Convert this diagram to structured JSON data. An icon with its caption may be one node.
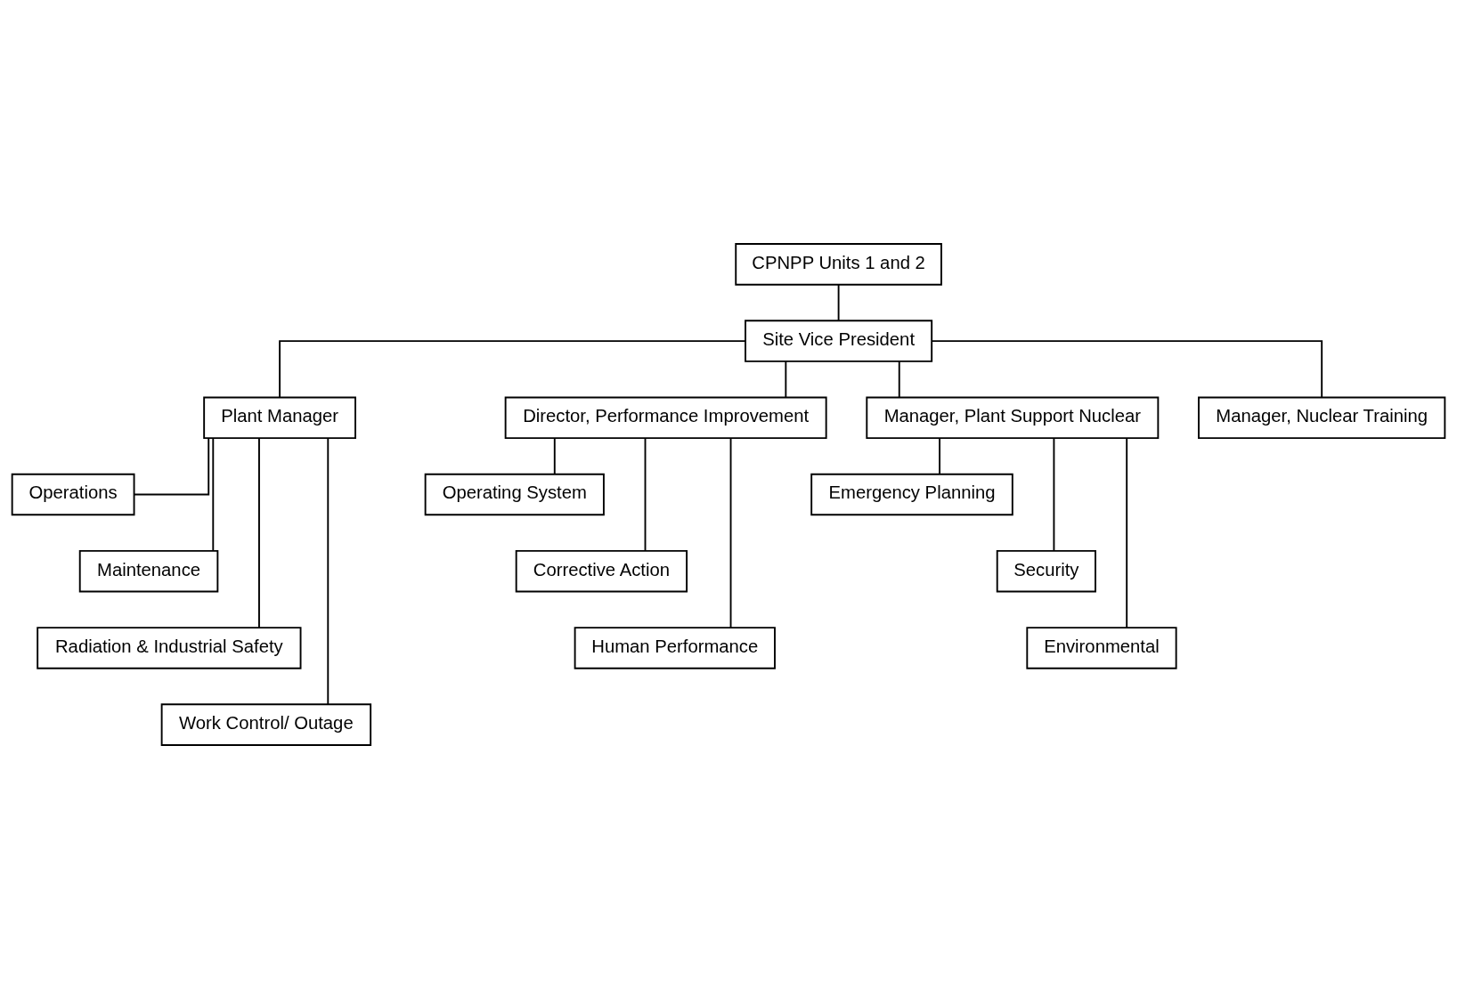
{
  "diagram": {
    "nodes": [
      {
        "text": [
          "CPNPP Units 1 and 2"
        ]
      },
      {
        "text": [
          "Site Vice President"
        ]
      },
      {
        "text": [
          "Plant Manager"
        ]
      },
      {
        "text": [
          "Director, Performance Improvement"
        ]
      },
      {
        "text": [
          "Manager, Plant Support Nuclear"
        ]
      },
      {
        "text": [
          "Manager, Nuclear Training"
        ]
      },
      {
        "text": [
          "Operations"
        ]
      },
      {
        "text": [
          "Maintenance"
        ]
      },
      {
        "text": [
          "Radiation & Industrial Safety"
        ]
      },
      {
        "text": [
          "Work Control/ Outage"
        ]
      },
      {
        "text": [
          "Operating System"
        ]
      },
      {
        "text": [
          "Corrective Action"
        ]
      },
      {
        "text": [
          "Human Performance"
        ]
      },
      {
        "text": [
          "Emergency Planning"
        ]
      },
      {
        "text": [
          "Security"
        ]
      },
      {
        "text": [
          "Environmental"
        ]
      }
    ],
    "edges": [
      {
        "from": 0,
        "to": 1,
        "arrow": "none"
      },
      {
        "from": 1,
        "to": 2,
        "arrow": "none"
      },
      {
        "from": 1,
        "to": 3,
        "arrow": "none"
      },
      {
        "from": 1,
        "to": 4,
        "arrow": "none"
      },
      {
        "from": 1,
        "to": 5,
        "arrow": "none"
      },
      {
        "from": 2,
        "to": 6,
        "arrow": "none"
      },
      {
        "from": 2,
        "to": 7,
        "arrow": "none"
      },
      {
        "from": 2,
        "to": 8,
        "arrow": "none"
      },
      {
        "from": 2,
        "to": 9,
        "arrow": "none"
      },
      {
        "from": 3,
        "to": 10,
        "arrow": "none"
      },
      {
        "from": 3,
        "to": 11,
        "arrow": "none"
      },
      {
        "from": 3,
        "to": 12,
        "arrow": "none"
      },
      {
        "from": 4,
        "to": 13,
        "arrow": "none"
      },
      {
        "from": 4,
        "to": 14,
        "arrow": "none"
      },
      {
        "from": 4,
        "to": 15,
        "arrow": "none"
      }
    ]
  }
}
